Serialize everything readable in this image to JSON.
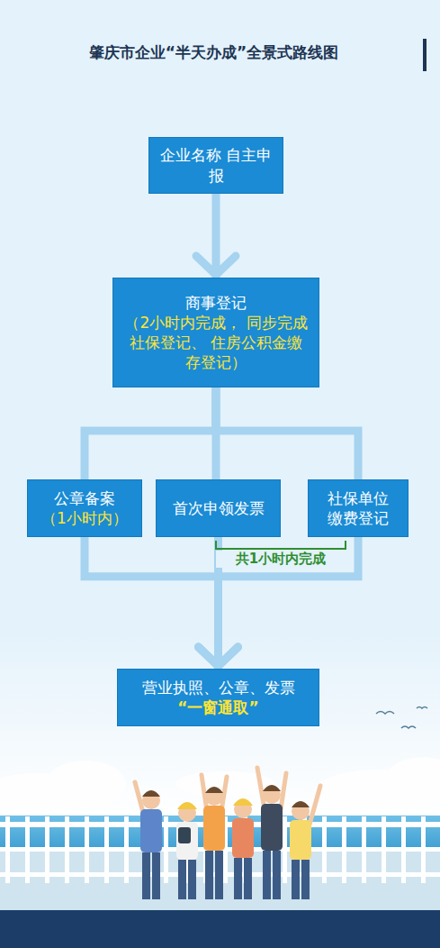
{
  "diagram": {
    "title": "肇庆市企业“半天办成”全景式路线图",
    "nodes": [
      {
        "text": [
          "企业名称 自主申报"
        ]
      },
      {
        "text": [
          "商事登记",
          "（2小时内完成， 同步完成社保登记、 住房公积金缴存登记）"
        ]
      },
      {
        "text": [
          "公章备案",
          "（1小时内）"
        ]
      },
      {
        "text": [
          "首次申领发票"
        ]
      },
      {
        "text": [
          "社保单位 缴费登记"
        ]
      },
      {
        "text": [
          "营业执照、公章、发票",
          "“一窗通取”"
        ]
      }
    ],
    "edges": [
      {
        "from": 0,
        "to": 1,
        "arrow": "to"
      },
      {
        "from": 1,
        "to": 2,
        "arrow": "none"
      },
      {
        "from": 1,
        "to": 3,
        "arrow": "none"
      },
      {
        "from": 1,
        "to": 4,
        "arrow": "none"
      },
      {
        "from": 2,
        "to": 5,
        "arrow": "to"
      },
      {
        "from": 3,
        "to": 5,
        "arrow": "to"
      },
      {
        "from": 4,
        "to": 5,
        "arrow": "to"
      }
    ],
    "labels": [
      "共1小时内完成"
    ]
  }
}
